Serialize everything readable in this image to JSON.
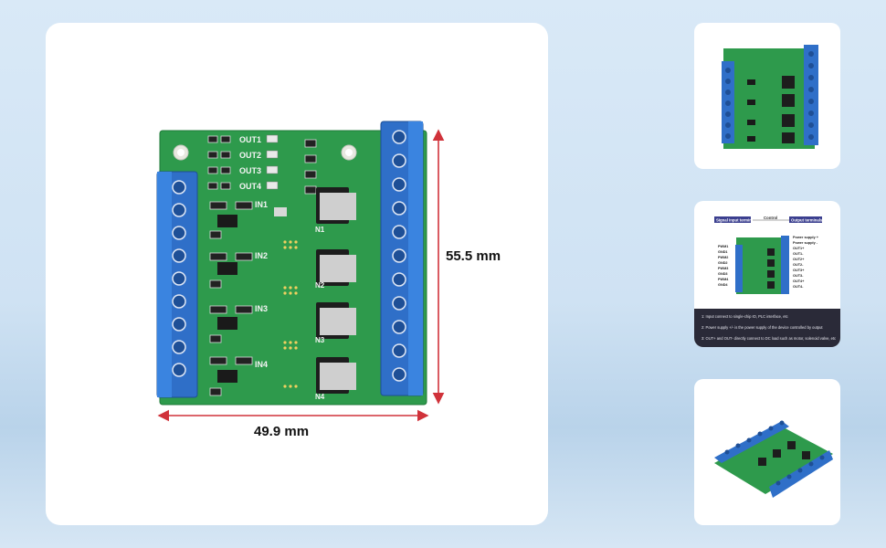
{
  "dimensions": {
    "width": "49.9 mm",
    "height": "55.5 mm"
  },
  "board_labels": {
    "outputs": [
      "OUT1",
      "OUT2",
      "OUT3",
      "OUT4"
    ],
    "inputs": [
      "IN1",
      "IN2",
      "IN3",
      "IN4"
    ],
    "mosfets": [
      "N1",
      "N2",
      "N3",
      "N4"
    ]
  },
  "diagram": {
    "signal_label": "Signal input terminals",
    "control_label": "Control",
    "output_label": "Output terminals",
    "left_pins": [
      "PWM1",
      "GND1",
      "PWM2",
      "GND2",
      "PWM3",
      "GND3",
      "PWM4",
      "GND4"
    ],
    "right_pins": [
      "Power supply +",
      "Power supply -",
      "OUT1+",
      "OUT1-",
      "OUT2+",
      "OUT2-",
      "OUT3+",
      "OUT3-",
      "OUT4+",
      "OUT4-"
    ],
    "notes": [
      "1: Input connect to single-chip IO, PLC interface, etc",
      "2: Power supply +/- is the power supply of the device controlled by output",
      "3: OUT+ and OUT- directly connect to DC load such as motor, solenoid valve, etc"
    ]
  },
  "colors": {
    "pcb": "#2e9a4c",
    "terminal": "#2f6fc8",
    "card": "#ffffff"
  }
}
